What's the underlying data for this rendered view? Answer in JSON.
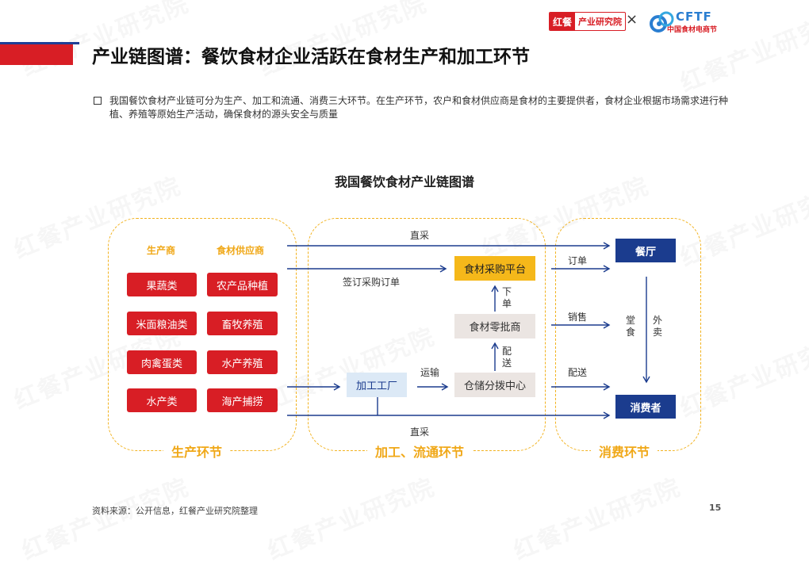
{
  "header": {
    "brand_left_main": "红餐",
    "brand_left_sub": "产业研究院",
    "times_symbol": "×",
    "brand_right_main": "CFTF",
    "brand_right_sub": "中国食材电商节",
    "title": "产业链图谱：餐饮食材企业活跃在食材生产和加工环节"
  },
  "intro": "我国餐饮食材产业链可分为生产、加工和流通、消费三大环节。在生产环节，农户和食材供应商是食材的主要提供者，食材企业根据市场需求进行种植、养殖等原始生产活动，确保食材的源头安全与质量",
  "diagram": {
    "title": "我国餐饮食材产业链图谱",
    "zones": {
      "production": "生产环节",
      "processing": "加工、流通环节",
      "consumption": "消费环节"
    },
    "production": {
      "col1_header": "生产商",
      "col2_header": "食材供应商",
      "producers": [
        "果蔬类",
        "米面粮油类",
        "肉禽蛋类",
        "水产类"
      ],
      "suppliers": [
        "农产品种植",
        "畜牧养殖",
        "水产养殖",
        "海产捕捞"
      ]
    },
    "nodes": {
      "platform": "食材采购平台",
      "wholesaler": "食材零批商",
      "warehouse": "仓储分拨中心",
      "factory": "加工工厂",
      "restaurant": "餐厅",
      "consumer": "消费者"
    },
    "edge_labels": {
      "direct_top": "直采",
      "contract": "签订采购订单",
      "order_down": "下单",
      "delivery_mid": "配送",
      "transport": "运输",
      "direct_bottom": "直采",
      "order": "订单",
      "sales": "销售",
      "delivery_right": "配送",
      "dine_in": "堂食",
      "takeout": "外卖"
    }
  },
  "footer": {
    "source": "资料来源：公开信息，红餐产业研究院整理",
    "page_number": "15"
  },
  "watermark": "红餐产业研究院",
  "colors": {
    "brand_red": "#d81e25",
    "navy": "#1b3c8e",
    "amber": "#f0a818",
    "yellow_box": "#f5b81a",
    "gray_box": "#ebe5e2",
    "light_blue_box": "#dce9f6"
  }
}
